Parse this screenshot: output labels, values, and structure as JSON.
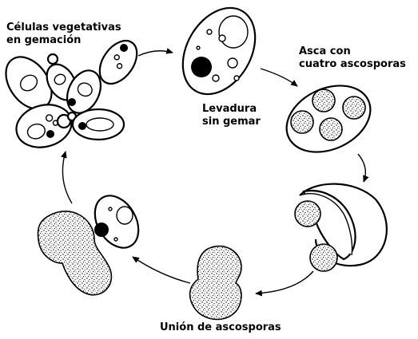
{
  "labels": {
    "budding_line1": "Células vegetativas",
    "budding_line2": "en gemación",
    "yeast_line1": "Levadura",
    "yeast_line2": "sin gemar",
    "ascus_line1": "Asca con",
    "ascus_line2": "cuatro ascosporas",
    "union": "Unión de ascosporas"
  }
}
